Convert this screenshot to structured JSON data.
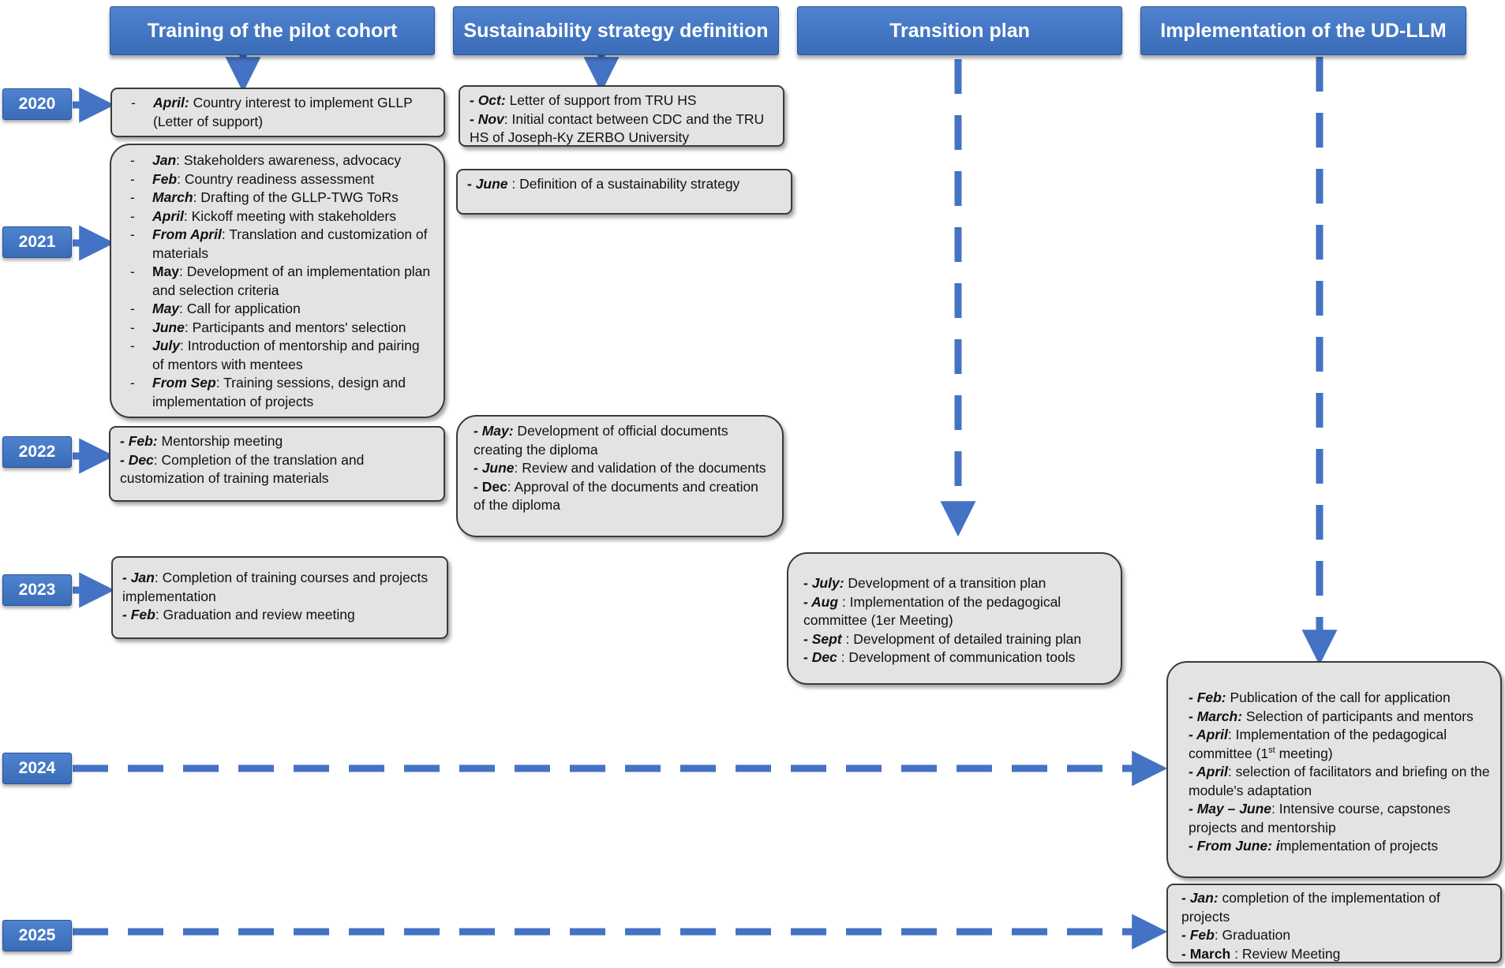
{
  "columns": [
    "Training of the pilot cohort",
    "Sustainability strategy definition",
    "Transition plan",
    "Implementation of the UD-LLM"
  ],
  "years": [
    "2020",
    "2021",
    "2022",
    "2023",
    "2024",
    "2025"
  ],
  "boxes": {
    "c1_2020": [
      {
        "key": "April:",
        "text": " Country interest to implement GLLP (Letter of support)"
      }
    ],
    "c2_2020": [
      {
        "key": "- Oct:",
        "text": "  Letter of support from TRU HS"
      },
      {
        "key": "- Nov",
        "text": ": Initial contact between CDC and the TRU HS  of Joseph-Ky ZERBO University"
      }
    ],
    "c1_2021": [
      {
        "key": "Jan",
        "text": ": Stakeholders awareness, advocacy"
      },
      {
        "key": "Feb",
        "text": ": Country readiness assessment"
      },
      {
        "key": "March",
        "text": ": Drafting of the GLLP-TWG ToRs"
      },
      {
        "key": "April",
        "text": ": Kickoff meeting with stakeholders"
      },
      {
        "key": "From April",
        "text": ": Translation and customization of  materials"
      },
      {
        "key": "May",
        "text": ": Development of an implementation plan and selection criteria"
      },
      {
        "key": "May",
        "text": ": Call for application"
      },
      {
        "key": "June",
        "text": ": Participants and mentors' selection"
      },
      {
        "key": "July",
        "text": ": Introduction of mentorship and pairing of mentors with mentees"
      },
      {
        "key": "From Sep",
        "text": ": Training sessions, design and implementation of projects"
      }
    ],
    "c2_2021": [
      {
        "key": "- June",
        "text": " : Definition of a sustainability strategy"
      }
    ],
    "c1_2022": [
      {
        "key": "- Feb:",
        "text": " Mentorship meeting"
      },
      {
        "key": "- Dec",
        "text": ": Completion of the translation and customization of training materials"
      }
    ],
    "c2_2022": [
      {
        "key": "- May:",
        "text": " Development of official documents creating the diploma"
      },
      {
        "key": "- June",
        "text": ": Review and validation of the documents"
      },
      {
        "key": "- Dec",
        "text": ": Approval of the documents and creation of the diploma"
      }
    ],
    "c1_2023": [
      {
        "key": "- Jan",
        "text": ": Completion of training courses and projects implementation"
      },
      {
        "key": "- Feb",
        "text": ": Graduation and review meeting"
      }
    ],
    "c3_2023": [
      {
        "key": "- July:",
        "text": " Development of a transition plan"
      },
      {
        "key": "- Aug",
        "text": " : Implementation of the pedagogical committee (1er Meeting)"
      },
      {
        "key": "- Sept",
        "text": " : Development of detailed training  plan"
      },
      {
        "key": "- Dec",
        "text": " : Development of communication tools"
      }
    ],
    "c4_2024": [
      {
        "key": "- Feb:",
        "text": " Publication of the call for application"
      },
      {
        "key": "- March:",
        "text": " Selection of participants and mentors"
      },
      {
        "key": "- April",
        "text": ": Implementation of the pedagogical committee (1",
        "sup": "st",
        "tail": " meeting)"
      },
      {
        "key": "- April",
        "text": ": selection of facilitators and briefing on the module's adaptation"
      },
      {
        "key": "- May – June",
        "text": ": Intensive course, capstones projects and mentorship"
      },
      {
        "key": "- From June: i",
        "text": "mplementation of projects"
      }
    ],
    "c4_2025": [
      {
        "key": "- Jan:",
        "text": " completion of the implementation of projects"
      },
      {
        "key": "- Feb",
        "text": ":  Graduation"
      },
      {
        "key": "- March",
        "text": " : Review Meeting"
      }
    ]
  },
  "colors": {
    "accent_blue": "#3f72c2",
    "box_fill": "#e3e3e3",
    "box_border": "#3a3a3a"
  }
}
